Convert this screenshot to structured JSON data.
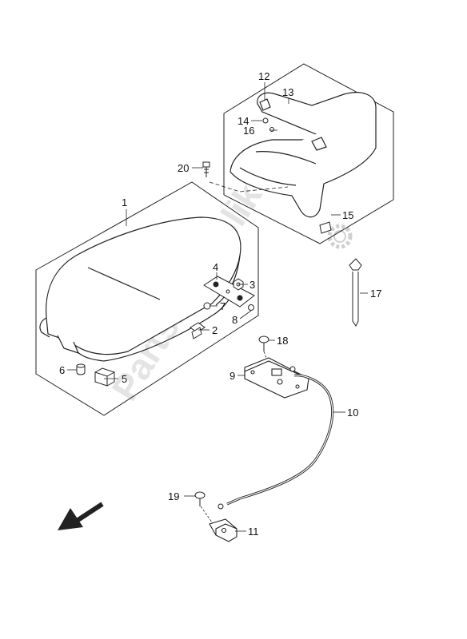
{
  "watermark": "PartsRepublik",
  "callouts": [
    {
      "id": "1",
      "text": "1"
    },
    {
      "id": "2",
      "text": "2"
    },
    {
      "id": "3",
      "text": "3"
    },
    {
      "id": "4",
      "text": "4"
    },
    {
      "id": "5",
      "text": "5"
    },
    {
      "id": "6",
      "text": "6"
    },
    {
      "id": "7",
      "text": "7"
    },
    {
      "id": "8",
      "text": "8"
    },
    {
      "id": "9",
      "text": "9"
    },
    {
      "id": "10",
      "text": "10"
    },
    {
      "id": "11",
      "text": "11"
    },
    {
      "id": "12",
      "text": "12"
    },
    {
      "id": "13",
      "text": "13"
    },
    {
      "id": "14",
      "text": "14"
    },
    {
      "id": "15",
      "text": "15"
    },
    {
      "id": "16",
      "text": "16"
    },
    {
      "id": "17",
      "text": "17"
    },
    {
      "id": "18",
      "text": "18"
    },
    {
      "id": "19",
      "text": "19"
    },
    {
      "id": "20",
      "text": "20"
    }
  ],
  "icons": [
    "front-direction-arrow-icon",
    "gear-logo-icon"
  ]
}
